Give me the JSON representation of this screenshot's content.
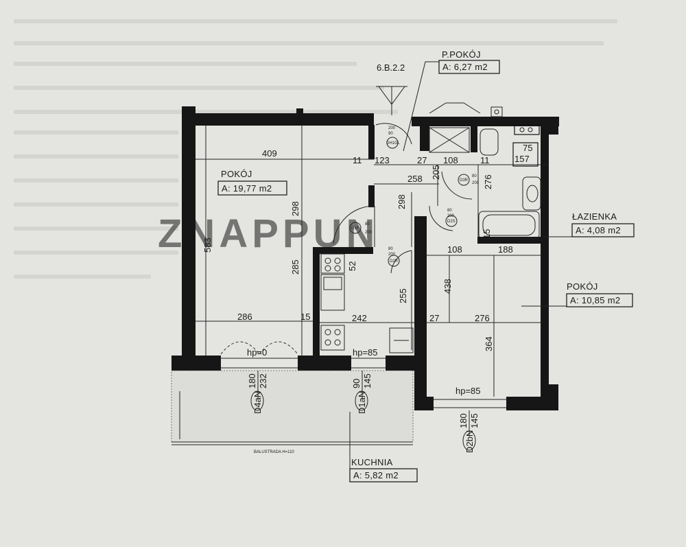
{
  "plan": {
    "level_marker": "6.B.2.2",
    "watermark": "ZNAPPUN"
  },
  "rooms": [
    {
      "id": "pokoj-1",
      "name": "POKÓJ",
      "area": "A: 19,77 m2"
    },
    {
      "id": "p-pokoj",
      "name": "P.POKÓJ",
      "area": "A: 6,27 m2"
    },
    {
      "id": "lazienka",
      "name": "ŁAZIENKA",
      "area": "A: 4,08 m2"
    },
    {
      "id": "pokoj-2",
      "name": "POKÓJ",
      "area": "A: 10,85 m2"
    },
    {
      "id": "kuchnia",
      "name": "KUCHNIA",
      "area": "A: 5,82 m2"
    }
  ],
  "dimensions": {
    "d409": "409",
    "d11a": "11",
    "d123": "123",
    "d27a": "27",
    "d108a": "108",
    "d11b": "11",
    "d258": "258",
    "d205": "205",
    "d276v": "276",
    "d298a": "298",
    "d298b": "298",
    "d583": "583",
    "d285": "285",
    "d52": "52",
    "d255": "255",
    "d108b": "108",
    "d188": "188",
    "d438": "438",
    "d15a": "15",
    "d286": "286",
    "d15b": "15",
    "d242": "242",
    "d27b": "27",
    "d276h": "276",
    "d364": "364",
    "d75": "75",
    "d157": "157"
  },
  "sill_heights": [
    "hp=0",
    "hp=85",
    "hp=85"
  ],
  "windows": [
    {
      "code": "D4aN",
      "w": "180",
      "h": "232"
    },
    {
      "code": "D1aN",
      "w": "90",
      "h": "145"
    },
    {
      "code": "D2bN",
      "w": "180",
      "h": "145"
    }
  ],
  "doors": [
    {
      "code": "D1F",
      "w": "80",
      "h": "200"
    },
    {
      "code": "D2R",
      "w": "80",
      "h": "200"
    },
    {
      "code": "D3R",
      "w": "80",
      "h": "200"
    },
    {
      "code": "D2S",
      "w": "80",
      "h": "200"
    },
    {
      "code": "DH1GL",
      "w": "90",
      "h": "200"
    }
  ],
  "balcony": {
    "railing": "BALUSTRADA H=110"
  }
}
